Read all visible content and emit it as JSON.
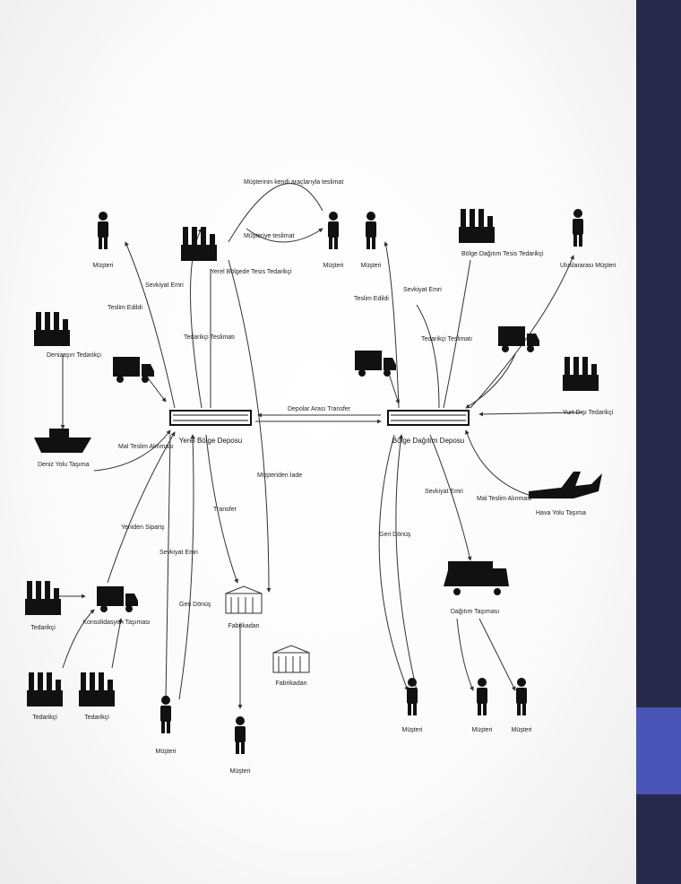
{
  "diagram": {
    "hubs": [
      {
        "id": "left-hub",
        "label": "Yerel Bölge Deposu"
      },
      {
        "id": "right-hub",
        "label": "Bölge Dağıtım Deposu"
      }
    ],
    "center_label": "Depolar Arası Transfer",
    "nodes": {
      "customer_top_left": "Müşteri",
      "factory_top_center": "Yerel Bölgede Tesis Tedarikçi",
      "customer_top_center": "Müşteri",
      "note_top_a": "Müşterinin kendi araçlarıyla teslimat",
      "note_top_b": "Müşteriye teslimat",
      "factory_left": "Denizaşırı Tedarikçi",
      "ship_label": "Deniz Yolu Taşıma",
      "factory_bl1": "Tedarikçi",
      "factory_bl2": "Tedarikçi",
      "factory_bl3": "Tedarikçi",
      "truck_bl": "Konsolidasyon Taşıması",
      "warehouse_bc": "Fabrikadan",
      "warehouse_bc2": "Fabrikadan",
      "customer_bottom_left": "Müşteri",
      "customer_bottom_center": "Müşteri",
      "customer_top_right1": "Müşteri",
      "factory_top_right": "Bölge Dağıtım Tesis Tedarikçi",
      "customer_top_right2": "Uluslararası Müşteri",
      "factory_right": "Yurt Dışı Tedarikçi",
      "plane_label": "Hava Yolu Taşıma",
      "truck_right": "Dağıtım Taşıması",
      "customer_bottom_right1": "Müşteri",
      "customer_bottom_right2": "Müşteri",
      "customer_bottom_right3": "Müşteri"
    },
    "edge_labels": {
      "l1": "Teslim Edildi",
      "l2": "Sevkiyat Emri",
      "l3": "Tedarikçi Teslimatı",
      "l4": "Mal Teslim Alınması",
      "l5": "Sevkiyat Emri",
      "l6": "Yeniden Sipariş",
      "l7": "Transfer",
      "l8": "Müşteriden İade",
      "l9": "Geri Dönüş",
      "r1": "Teslim Edildi",
      "r2": "Sevkiyat Emri",
      "r3": "Tedarikçi Teslimatı",
      "r4": "Mal Teslim Alınması",
      "r5": "Sevkiyat Emri",
      "r6": "Geri Dönüş"
    }
  }
}
